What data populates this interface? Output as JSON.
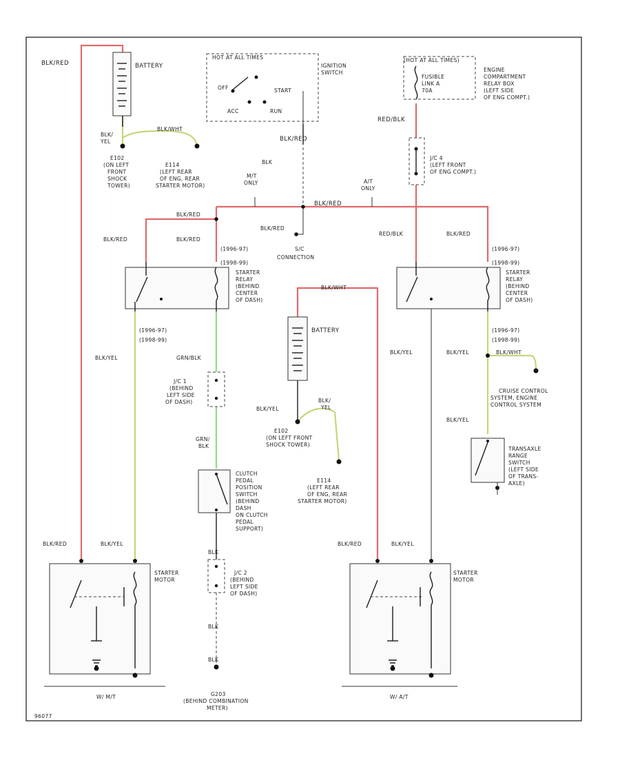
{
  "title": "",
  "labels": {
    "blk_red_top_left": "BLK/RED",
    "battery_top": "BATTERY",
    "hot_at_all_times_1": "HOT AT ALL TIMES",
    "ignition_switch": "IGNITION SWITCH",
    "off": "OFF",
    "start": "START",
    "acc": "ACC",
    "run": "RUN",
    "hot_at_all_times_2": "(HOT AT ALL TIMES)",
    "fusible_link": "FUSIBLE LINK A",
    "fusible_amp": "70A",
    "engine_comp_relay_box": "ENGINE COMPARTMENT RELAY BOX (LEFT SIDE OF ENG COMPT.)",
    "red_blk_1": "RED/BLK",
    "blk_yel_bat_top": "BLK/ YEL",
    "blk_wht_1": "BLK/WHT",
    "e102": "E102 (ON LEFT FRONT SHOCK TOWER)",
    "e114": "E114 (LEFT REAR OF ENG, REAR STARTER MOTOR)",
    "blk_red_ign": "BLK/RED",
    "blk_ign_2": "BLK",
    "mt_only": "M/T ONLY",
    "at_only": "A/T ONLY",
    "jc4": "J/C 4 (LEFT FRONT OF ENG COMPT.)",
    "blk_red_bus": "BLK/RED",
    "blk_red_mt_relay": "BLK/RED",
    "blk_red_mt_relay2": "BLK/RED",
    "blk_red_left": "BLK/RED",
    "blk_red_sc": "BLK/RED",
    "sc_connection": "S/C CONNECTION",
    "red_blk_2": "RED/BLK",
    "blk_red_at": "BLK/RED",
    "yr_1996_97_a": "(1996-97)",
    "yr_1998_99_a": "(1998-99)",
    "yr_1996_97_b": "(1996-97)",
    "yr_1998_99_b": "(1998-99)",
    "starter_relay_1": "STARTER RELAY (BEHIND CENTER OF DASH)",
    "starter_relay_2": "STARTER RELAY (BEHIND CENTER OF DASH)",
    "blk_wht_mid": "BLK/WHT",
    "battery_mid": "BATTERY",
    "yr_1996_97_c": "(1996-97)",
    "yr_1998_99_c": "(1998-99)",
    "yr_1996_97_d": "(1996-97)",
    "yr_1998_99_d": "(1998-99)",
    "blk_yel_mt": "BLK/YEL",
    "grn_blk": "GRN/BLK",
    "jc1": "J/C 1 (BEHIND LEFT SIDE OF DASH)",
    "grn_blk_2": "GRN/ BLK",
    "blk_yel_bat_mid": "BLK/YEL",
    "blk_yel_bat_mid2": "BLK/ YEL",
    "e102_mid": "E102 (ON LEFT FRONT SHOCK TOWER)",
    "e114_mid": "E114 (LEFT REAR OF ENG, REAR STARTER MOTOR)",
    "blk_yel_at": "BLK/YEL",
    "blk_yel_at2": "BLK/YEL",
    "blk_wht_at": "BLK/WHT",
    "cruise_control": "CRUISE CONTROL SYSTEM, ENGINE CONTROL SYSTEM",
    "blk_yel_at3": "BLK/YEL",
    "transaxle_range": "TRANSAXLE RANGE SWITCH (LEFT SIDE OF TRANS-AXLE)",
    "clutch_switch": "CLUTCH PEDAL POSITION SWITCH (BEHIND DASH ON CLUTCH PEDAL SUPPORT)",
    "blk_red_bot_l": "BLK/RED",
    "blk_yel_bot_l": "BLK/YEL",
    "starter_motor_1": "STARTER MOTOR",
    "blk_1": "BLK",
    "jc2": "J/C 2 (BEHIND LEFT SIDE OF DASH)",
    "blk_2": "BLK",
    "blk_3": "BLK",
    "blk_red_bot_r": "BLK/RED",
    "blk_yel_bot_r": "BLK/YEL",
    "starter_motor_2": "STARTER MOTOR",
    "g203": "G203 (BEHIND COMBINATION METER)",
    "w_mt": "W/ M/T",
    "w_at": "W/ A/T",
    "figure_id": "96077"
  }
}
